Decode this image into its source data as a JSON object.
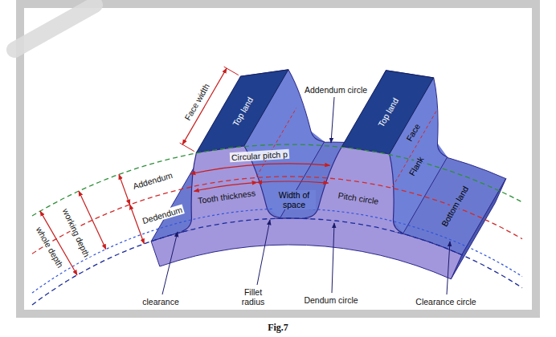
{
  "diagram": {
    "caption": "Fig.7",
    "labels": [
      "Face width",
      "Top land",
      "Top land",
      "Addendum circle",
      "Addendum",
      "Circular pitch p",
      "whole depth",
      "working depth",
      "Dedendum",
      "Tooth thickness",
      "Width of space",
      "Pitch circle",
      "Face",
      "Flank",
      "Bottom land",
      "clearance",
      "Fillet radius",
      "Dendum circle",
      "Clearance circle"
    ]
  }
}
